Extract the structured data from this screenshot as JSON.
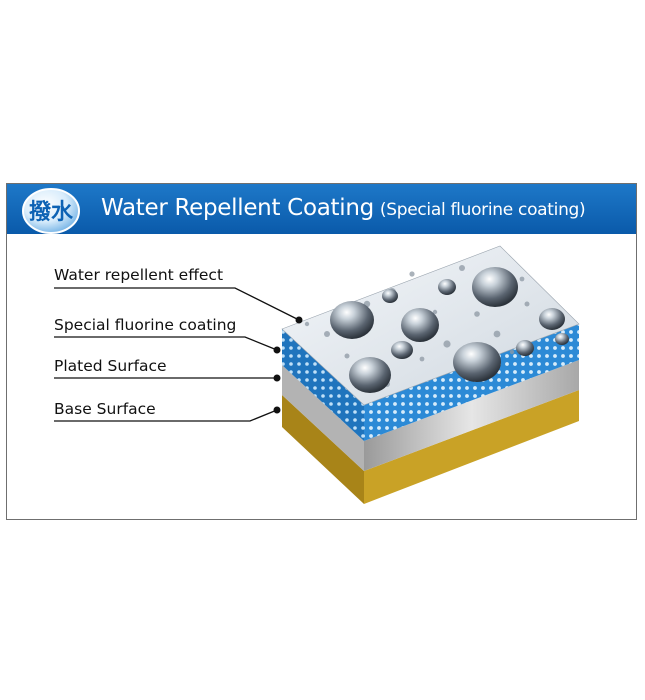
{
  "header": {
    "badge_text": "撥水",
    "title": "Water Repellent Coating",
    "subtitle": "(Special fluorine coating)"
  },
  "layers": [
    {
      "label": "Water repellent effect"
    },
    {
      "label": "Special fluorine coating"
    },
    {
      "label": "Plated Surface"
    },
    {
      "label": "Base Surface"
    }
  ],
  "colors": {
    "header_blue": "#0d62b4",
    "coating_blue": "#2c8ad6",
    "plated_gray": "#c8c8c8",
    "base_gold": "#c9a226",
    "frame_gray": "#6f6f6f"
  }
}
